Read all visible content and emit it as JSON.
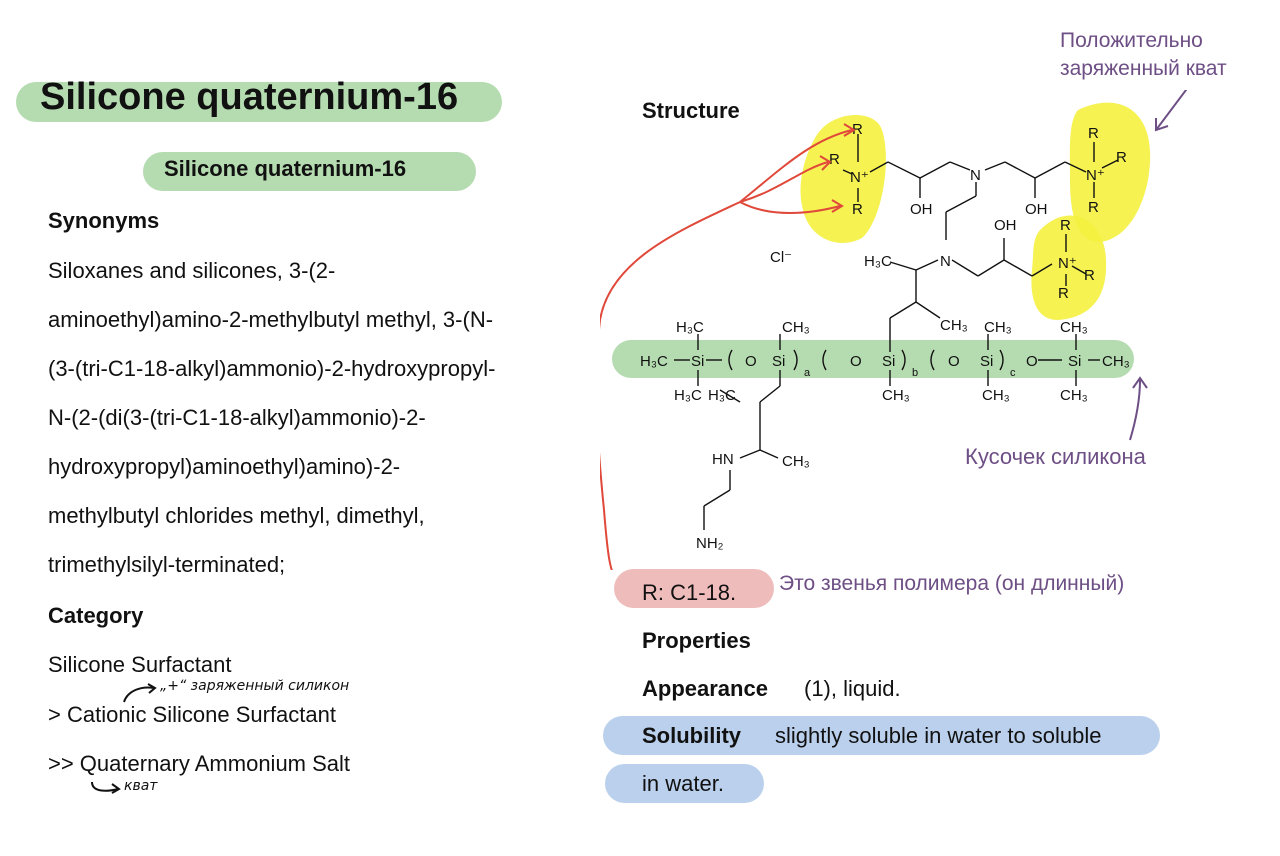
{
  "left": {
    "title": "Silicone quaternium-16",
    "subtitle": "Silicone quaternium-16",
    "synonyms_heading": "Synonyms",
    "synonyms_lines": [
      "Siloxanes and silicones, 3-(2-",
      "aminoethyl)amino-2-methylbutyl methyl, 3-(N-",
      "(3-(tri-C1-18-alkyl)ammonio)-2-hydroxypropyl-",
      "N-(2-(di(3-(tri-C1-18-alkyl)ammonio)-2-",
      "hydroxypropyl)aminoethyl)amino)-2-",
      "methylbutyl chlorides methyl, dimethyl,",
      "trimethylsilyl-terminated;"
    ],
    "category_heading": "Category",
    "category_items": [
      "Silicone Surfactant",
      "> Cationic Silicone Surfactant",
      ">> Quaternary Ammonium Salt"
    ],
    "handnote_cationic": "„+“ заряженный силикон",
    "handnote_quat": "кват"
  },
  "right": {
    "structure_heading": "Structure",
    "note_positive": [
      "Положительно",
      "заряженный кват"
    ],
    "note_silicone": "Кусочек силикона",
    "r_label": "R: C1-18.",
    "note_polymer": "Это звенья полимера (он длинный)",
    "properties_heading": "Properties",
    "appearance_label": "Appearance",
    "appearance_value": "(1), liquid.",
    "solubility_label": "Solubility",
    "solubility_value_1": "slightly soluble in water to soluble",
    "solubility_value_2": "in water."
  },
  "colors": {
    "green_highlight": "#b5dbb0",
    "yellow_highlight": "#f4f13f",
    "pink_highlight": "#efbcbc",
    "blue_highlight": "#bad0ec",
    "note_purple": "#6e4f85",
    "arrow_red": "#e0483a"
  },
  "structure_labels": {
    "r": "R",
    "n_plus": "N⁺",
    "n": "N",
    "oh": "OH",
    "cl": "Cl⁻",
    "h3c": "H₃C",
    "ch3": "CH₃",
    "si": "Si",
    "o": "O",
    "hn": "HN",
    "nh2": "NH₂",
    "sub_a": "a",
    "sub_b": "b",
    "sub_c": "c"
  }
}
